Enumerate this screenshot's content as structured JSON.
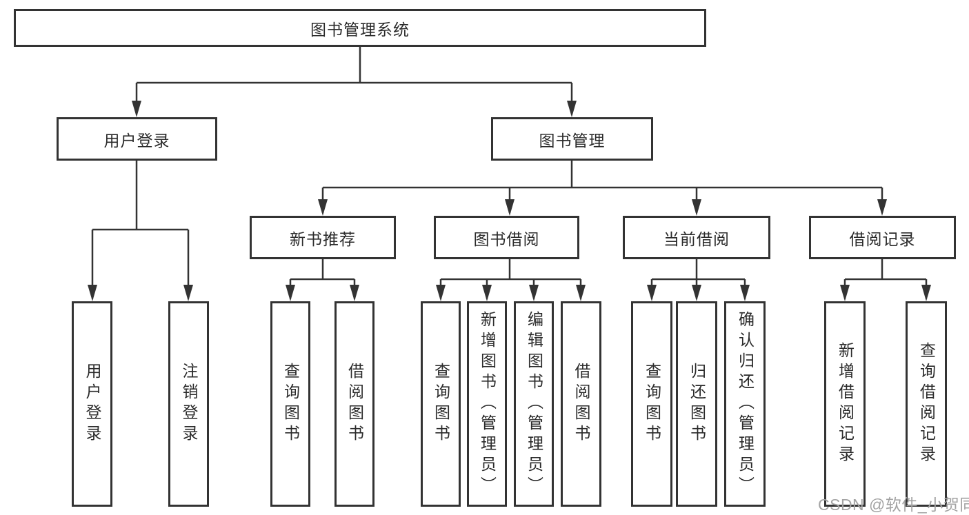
{
  "diagram": {
    "root": "图书管理系统",
    "branches": [
      {
        "label": "用户登录",
        "leaves": [
          "用户登录",
          "注销登录"
        ]
      },
      {
        "label": "图书管理",
        "sections": [
          {
            "label": "新书推荐",
            "leaves": [
              "查询图书",
              "借阅图书"
            ]
          },
          {
            "label": "图书借阅",
            "leaves": [
              "查询图书",
              "新增图书（管理员）",
              "编辑图书（管理员）",
              "借阅图书"
            ]
          },
          {
            "label": "当前借阅",
            "leaves": [
              "查询图书",
              "归还图书",
              "确认归还（管理员）"
            ]
          },
          {
            "label": "借阅记录",
            "leaves": [
              "新增借阅记录",
              "查询借阅记录"
            ]
          }
        ]
      }
    ]
  },
  "watermark": "CSDN @软件_小贺同学",
  "colors": {
    "line": "#333333",
    "text": "#2b2b2b",
    "watermark": "#a3a3a3",
    "background": "#ffffff"
  }
}
